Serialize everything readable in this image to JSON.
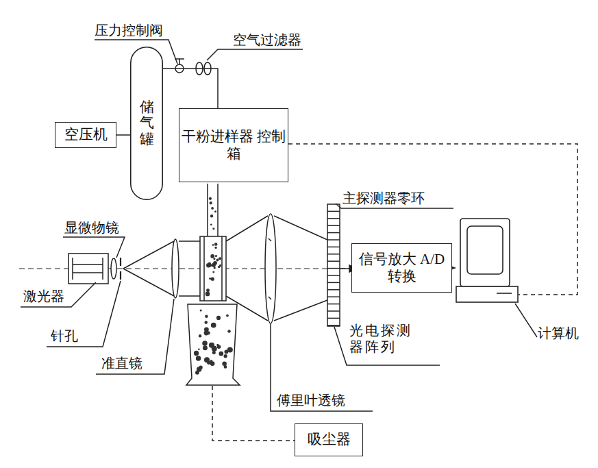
{
  "diagram": {
    "nodes": [
      {
        "text": [
          "空压机"
        ]
      },
      {
        "text": [
          "储气罐"
        ]
      },
      {
        "text": [
          "干粉进样器 控制箱"
        ]
      },
      {
        "text": [
          "信号放大 A/D转换"
        ]
      },
      {
        "text": [
          "计算机"
        ]
      },
      {
        "text": [
          "吸尘器"
        ]
      }
    ],
    "edges": [
      {
        "from": 0,
        "to": 1,
        "arrow": "none"
      },
      {
        "from": 1,
        "to": 2,
        "arrow": "none"
      },
      {
        "from": 2,
        "to": 4,
        "arrow": "none"
      },
      {
        "from": 3,
        "to": 4,
        "arrow": "to"
      }
    ],
    "labels": [
      "压力控制阀",
      "空气过滤器",
      "主探测器零环",
      "显微物镜",
      "激光器",
      "针孔",
      "准直镜",
      "光电探测器阵列",
      "傅里叶透镜"
    ]
  }
}
